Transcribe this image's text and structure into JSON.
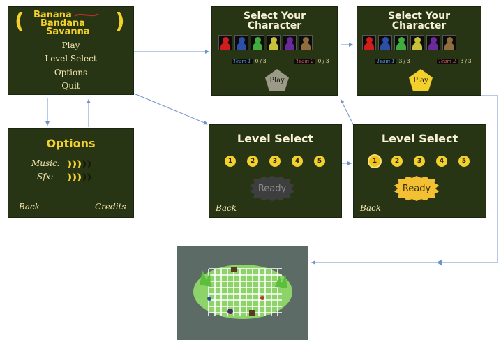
{
  "main_menu": {
    "logo": [
      "Banana",
      "Bandana",
      "Savanna"
    ],
    "items": [
      "Play",
      "Level Select",
      "Options",
      "Quit"
    ]
  },
  "options": {
    "title": "Options",
    "music_label": "Music:",
    "sfx_label": "Sfx:",
    "music_level": 3,
    "sfx_level": 3,
    "level_max": 5,
    "back": "Back",
    "credits": "Credits"
  },
  "select_character_1": {
    "title_line1": "Select Your",
    "title_line2": "Character",
    "team1_label": "Team 1",
    "team1_count": "0 / 3",
    "team2_label": "Team 2",
    "team2_count": "0 / 3",
    "play": "Play"
  },
  "select_character_2": {
    "title_line1": "Select Your",
    "title_line2": "Character",
    "team1_label": "Team 1",
    "team1_count": "3 / 3",
    "team2_label": "Team 2",
    "team2_count": "3 / 3",
    "play": "Play"
  },
  "level_select_1": {
    "title": "Level Select",
    "levels": [
      "1",
      "2",
      "3",
      "4",
      "5"
    ],
    "ready": "Ready",
    "back": "Back"
  },
  "level_select_2": {
    "title": "Level Select",
    "levels": [
      "1",
      "2",
      "3",
      "4",
      "5"
    ],
    "ready": "Ready",
    "back": "Back"
  },
  "colors": {
    "screen_bg": "#283515",
    "banana_yellow": "#f3d02c",
    "arrow_blue": "#6f93c9",
    "character_colors": [
      "#d21d1d",
      "#2e4fa8",
      "#3fae3f",
      "#c8c23a",
      "#6a2a9a",
      "#8f6d3c"
    ]
  }
}
